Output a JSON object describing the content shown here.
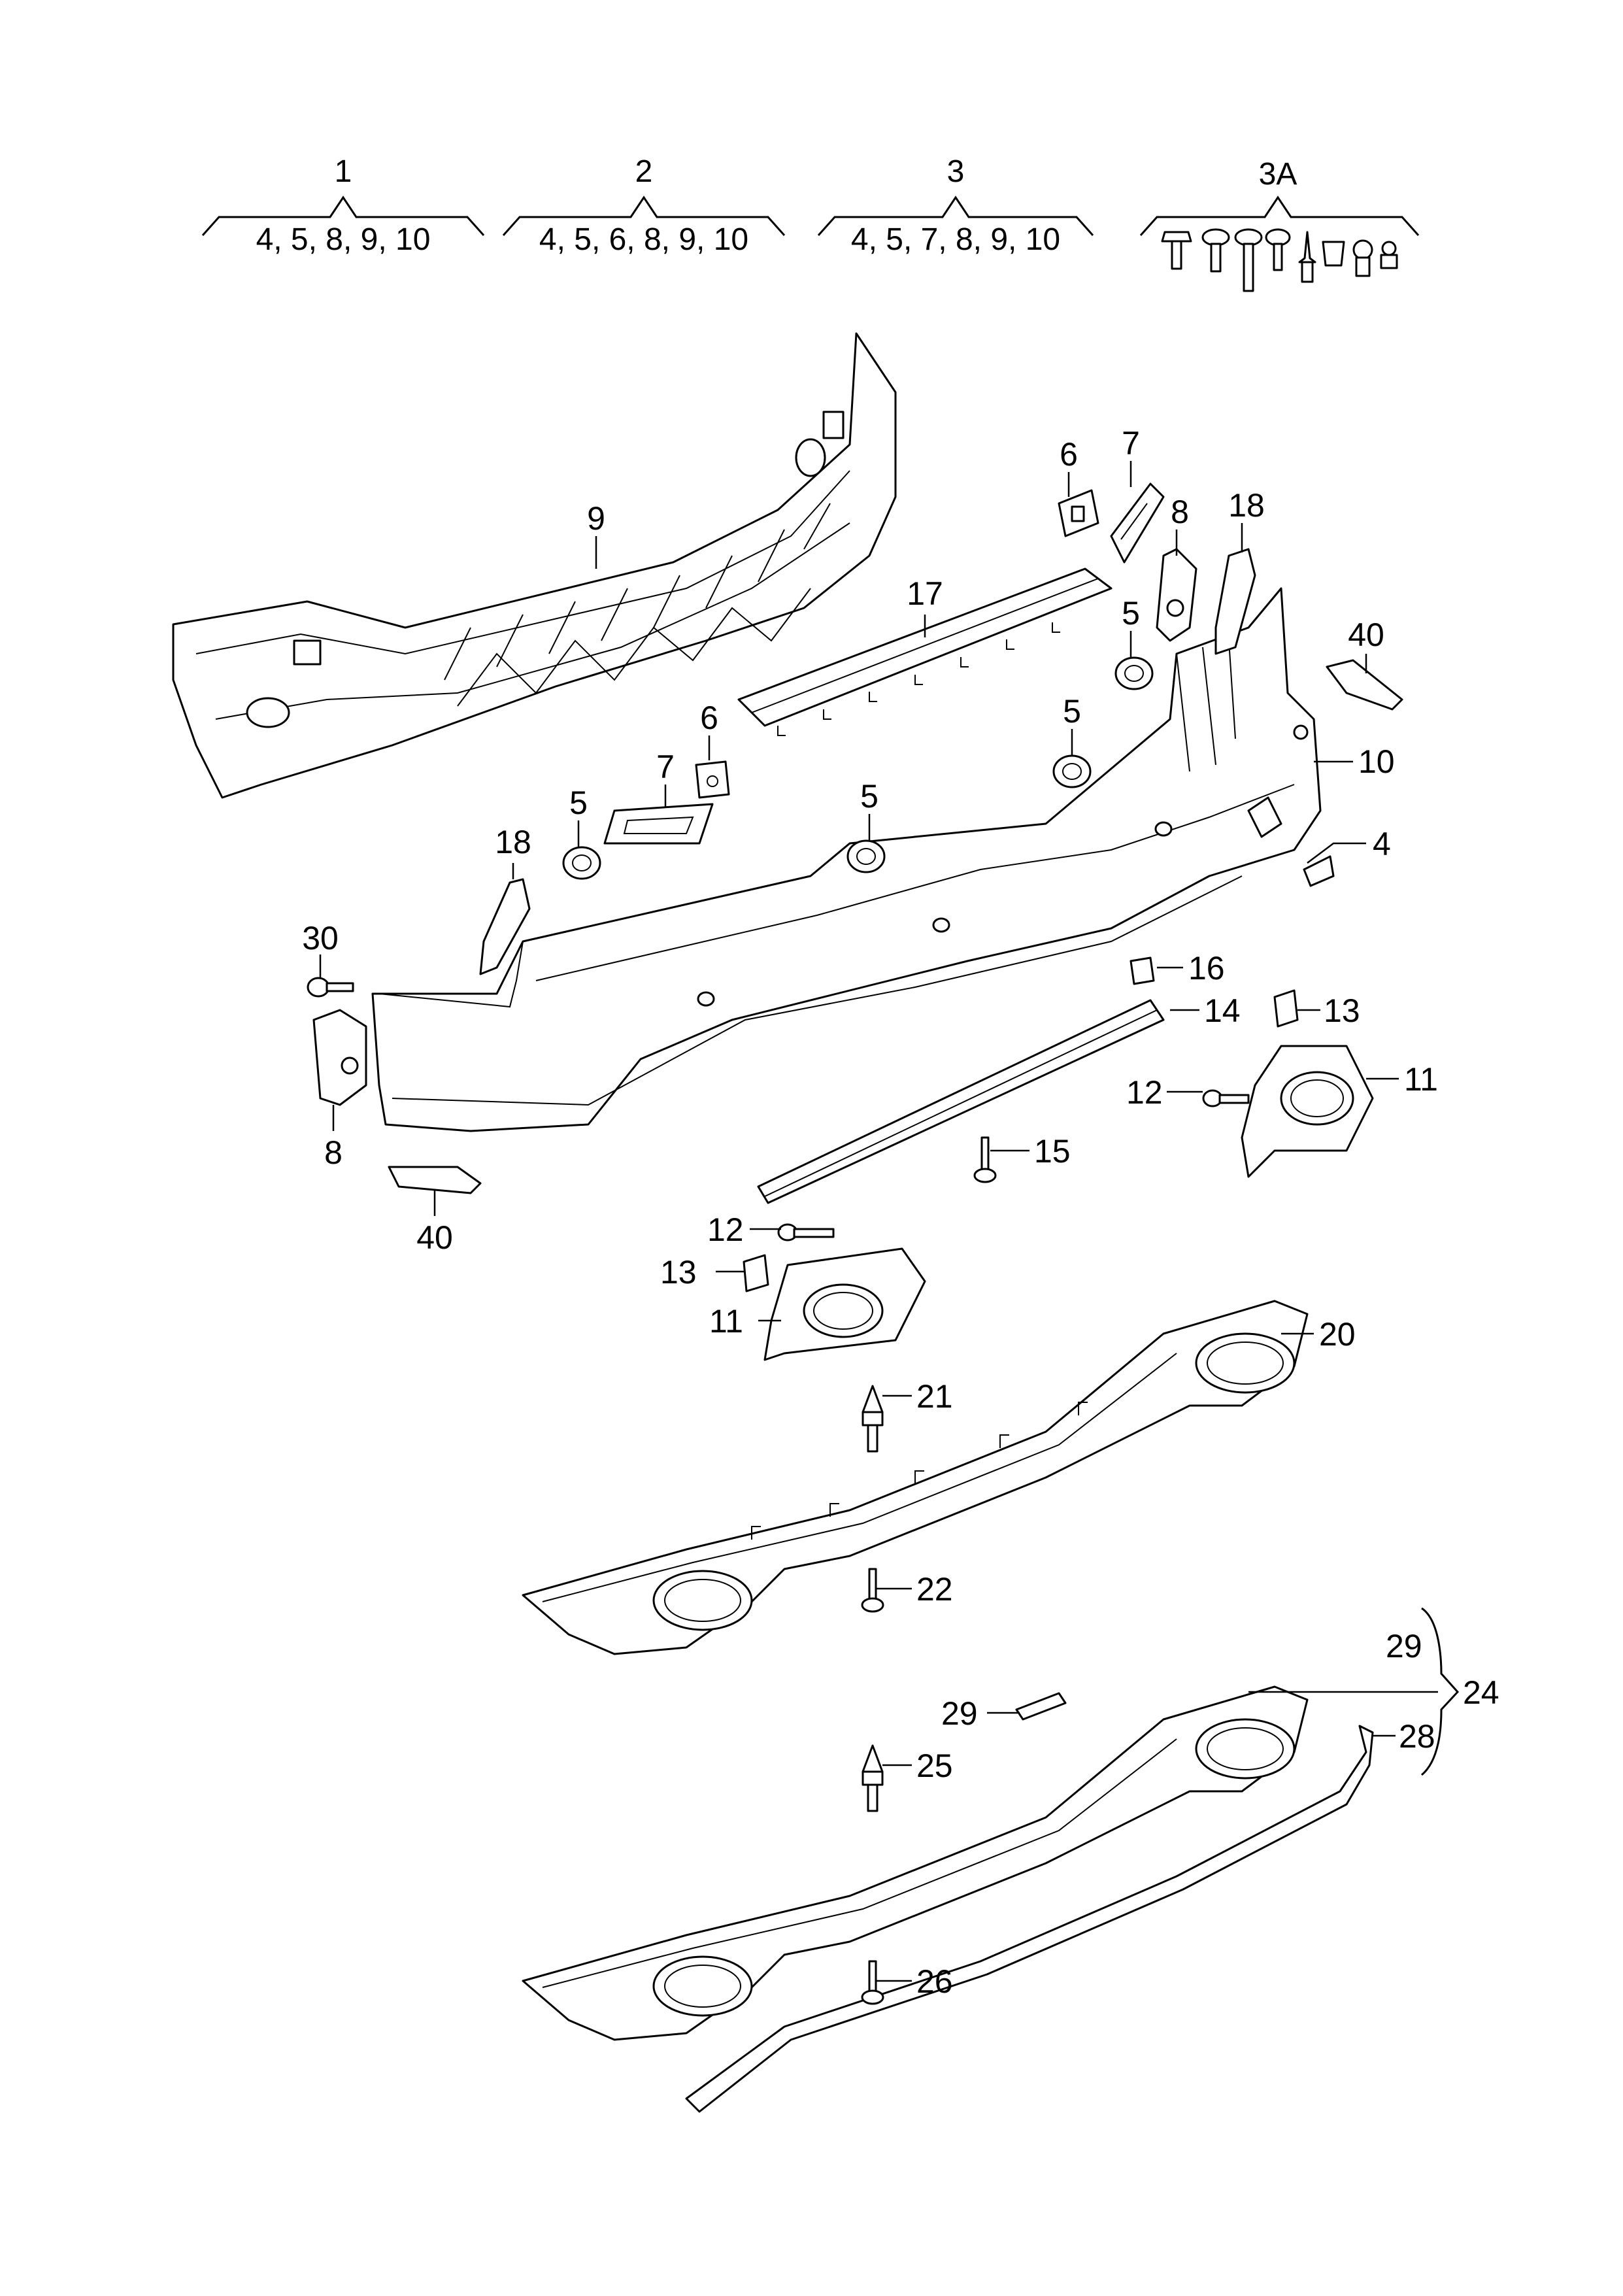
{
  "diagram": {
    "groups": [
      {
        "id": "1",
        "label": "1",
        "contents": "4, 5, 8, 9, 10"
      },
      {
        "id": "2",
        "label": "2",
        "contents": "4, 5, 6, 8, 9, 10"
      },
      {
        "id": "3",
        "label": "3",
        "contents": "4, 5, 7, 8, 9, 10"
      },
      {
        "id": "3A",
        "label": "3A",
        "contents": ""
      }
    ],
    "callouts": {
      "c9": "9",
      "c6a": "6",
      "c7a": "7",
      "c8a": "8",
      "c18a": "18",
      "c17": "17",
      "c5a": "5",
      "c40a": "40",
      "c6b": "6",
      "c7b": "7",
      "c5b": "5",
      "c5c": "5",
      "c5d": "5",
      "c10": "10",
      "c18b": "18",
      "c4": "4",
      "c30": "30",
      "c8b": "8",
      "c16": "16",
      "c14": "14",
      "c13a": "13",
      "c11a": "11",
      "c12a": "12",
      "c15": "15",
      "c40b": "40",
      "c12b": "12",
      "c13b": "13",
      "c11b": "11",
      "c20": "20",
      "c21": "21",
      "c22": "22",
      "c29a": "29",
      "c29b": "29",
      "c24": "24",
      "c28": "28",
      "c25": "25",
      "c26": "26"
    }
  }
}
